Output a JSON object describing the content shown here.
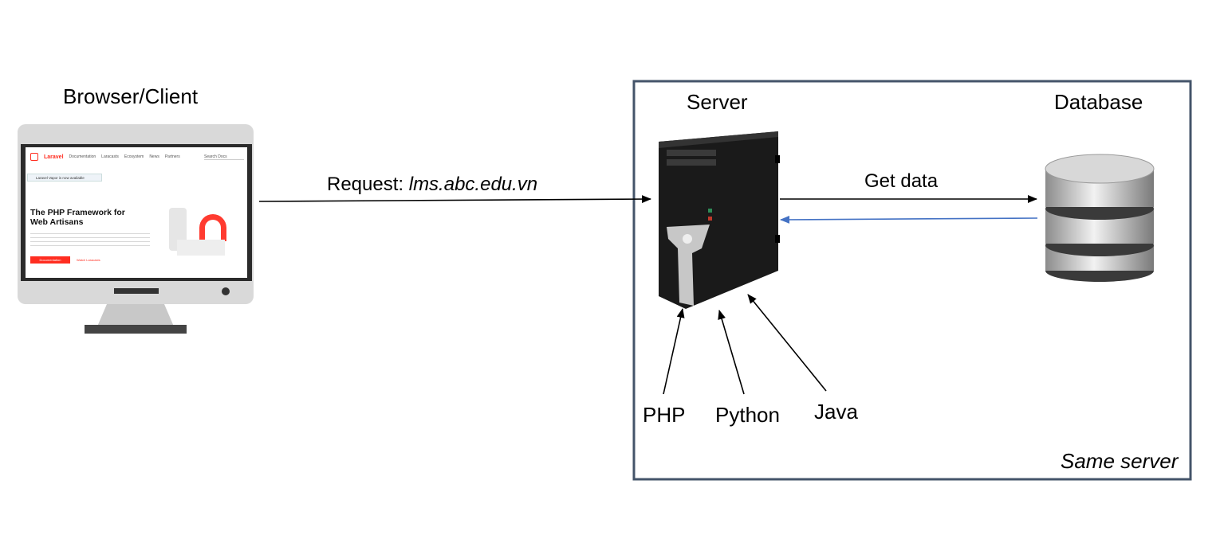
{
  "labels": {
    "client": "Browser/Client",
    "server": "Server",
    "database": "Database",
    "request_prefix": "Request: ",
    "request_url": "lms.abc.edu.vn",
    "get_data": "Get data",
    "lang_php": "PHP",
    "lang_python": "Python",
    "lang_java": "Java",
    "same_server": "Same server"
  },
  "browser_screen": {
    "brand": "Laravel",
    "nav": [
      "Documentation",
      "Laracasts",
      "Ecosystem",
      "News",
      "Partners"
    ],
    "search": "Search Docs",
    "banner": "Laravel Vapor is now available",
    "headline_1": "The PHP Framework for",
    "headline_2": "Web Artisans",
    "primary_button": "Documentation",
    "secondary_button": "Watch Laracasts"
  },
  "colors": {
    "box_border": "#44546a",
    "response_arrow": "#4472c4",
    "laravel_red": "#ff2d20"
  }
}
